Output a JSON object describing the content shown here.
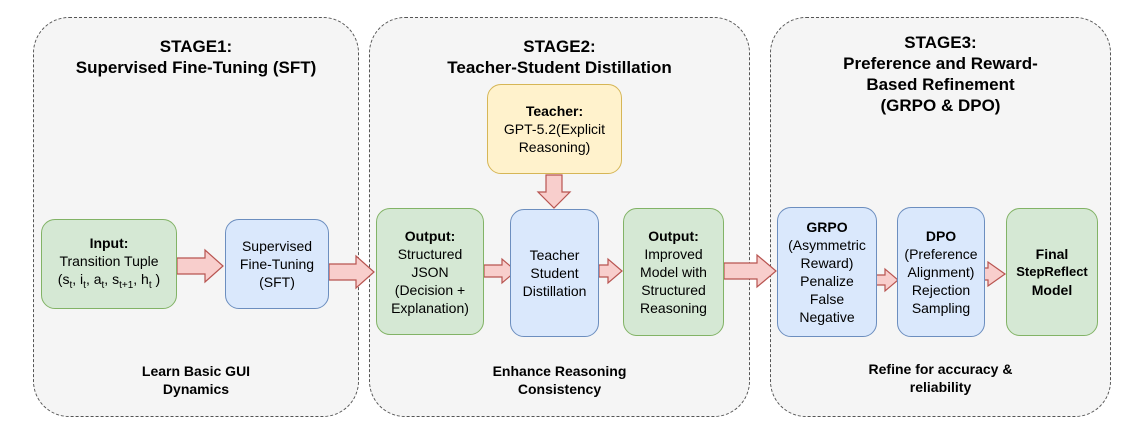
{
  "stages": [
    {
      "title_lines": [
        "STAGE1:",
        "Supervised Fine-Tuning (SFT)"
      ],
      "footer_lines": [
        "Learn Basic GUI",
        "Dynamics"
      ]
    },
    {
      "title_lines": [
        "STAGE2:",
        "Teacher-Student Distillation"
      ],
      "footer_lines": [
        "Enhance Reasoning",
        "Consistency"
      ]
    },
    {
      "title_lines": [
        "STAGE3:",
        "Preference and Reward-",
        "Based Refinement",
        "(GRPO & DPO)"
      ],
      "footer_lines": [
        "Refine for accuracy &",
        "reliability"
      ]
    }
  ],
  "nodes": {
    "input": {
      "heading": "Input:",
      "line1": "Transition Tuple",
      "tuple": {
        "s": "s",
        "s_sub": "t",
        "i": "i",
        "i_sub": "t",
        "a": "a",
        "a_sub": "t",
        "s2": "s",
        "s2_sub": "t+1",
        "h": "h",
        "h_sub": "t"
      }
    },
    "sft": {
      "lines": [
        "Supervised",
        "Fine-Tuning",
        "(SFT)"
      ]
    },
    "teacher": {
      "heading": "Teacher:",
      "lines": [
        "GPT-5.2(Explicit",
        "Reasoning)"
      ]
    },
    "output1": {
      "heading": "Output:",
      "lines": [
        "Structured",
        "JSON",
        "(Decision +",
        "Explanation)"
      ]
    },
    "distill": {
      "lines": [
        "Teacher",
        "Student",
        "Distillation"
      ]
    },
    "output2": {
      "heading": "Output:",
      "lines": [
        "Improved",
        "Model with",
        "Structured",
        "Reasoning"
      ]
    },
    "grpo": {
      "heading": "GRPO",
      "lines": [
        "(Asymmetric",
        "Reward)",
        "Penalize",
        "False",
        "Negative"
      ]
    },
    "dpo": {
      "heading": "DPO",
      "lines": [
        "(Preference",
        "Alignment)",
        "Rejection",
        "Sampling"
      ]
    },
    "final": {
      "lines": [
        "Final",
        "StepReflect",
        "Model"
      ]
    }
  },
  "colors": {
    "green_fill": "#d5e8d4",
    "green_stroke": "#82b366",
    "blue_fill": "#dae8fc",
    "blue_stroke": "#6c8ebf",
    "yellow_fill": "#fff2cc",
    "yellow_stroke": "#d6b656",
    "arrow_fill": "#f8cecc",
    "arrow_stroke": "#b85450"
  }
}
